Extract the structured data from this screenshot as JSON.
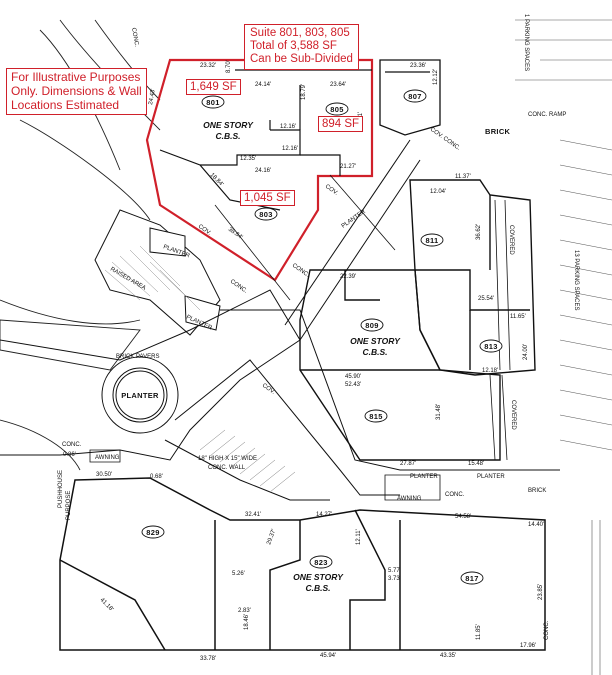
{
  "callouts": {
    "suite_info": [
      "Suite 801, 803, 805",
      "Total of 3,588 SF",
      "Can be Sub-Divided"
    ],
    "disclaimer": [
      "For Illustrative Purposes",
      "Only. Dimensions & Wall",
      "Locations Estimated"
    ],
    "sf_801": "1,649 SF",
    "sf_805": "894 SF",
    "sf_803": "1,045 SF"
  },
  "units": {
    "u801": "801",
    "u803": "803",
    "u805": "805",
    "u807": "807",
    "u809": "809",
    "u811": "811",
    "u813": "813",
    "u815": "815",
    "u817": "817",
    "u823": "823",
    "u829": "829"
  },
  "labels": {
    "one_story": "ONE STORY",
    "cbs": "C.B.S.",
    "brick": "BRICK",
    "brick_pavers": "BRICK PAVERS",
    "planter": "PLANTER",
    "raised_area": "RAISED AREA",
    "conc": "CONC.",
    "cov": "COV.",
    "covered": "COVERED",
    "conc_ramp": "CONC. RAMP",
    "awning": "AWNING",
    "wall_note_1": "18\" HIGH X 15\" WIDE",
    "wall_note_2": "CONC. WALL",
    "parking_13": "13 PARKING SPACES",
    "parking_1": "1 PARKING SPACES",
    "pushhouse": "PUSHHOUSE",
    "purpose": "PURPOSE",
    "cov_conc": "COV. CONC."
  },
  "dims": {
    "d1": "23.32'",
    "d2": "8.70'",
    "d3": "24.43'",
    "d4": "24.14'",
    "d5": "23.64'",
    "d6": "18.79'",
    "d7": "23.01'",
    "d8": "12.16'",
    "d9": "12.35'",
    "d10": "12.16'",
    "d11": "24.16'",
    "d12": "21.27'",
    "d13": "18.84'",
    "d14": "38.84'",
    "d15": "23.36'",
    "d16": "12.12'",
    "d17": "12.04'",
    "d18": "11.37'",
    "d19": "22.39'",
    "d20": "25.54'",
    "d21": "36.62'",
    "d22": "45.90'",
    "d23": "52.43'",
    "d24": "31.48'",
    "d25": "27.87'",
    "d26": "30.50'",
    "d27": "32.41'",
    "d28": "14.27'",
    "d29": "54.58'",
    "d30": "14.40'",
    "d31": "23.85'",
    "d32": "17.96'",
    "d33": "45.94'",
    "d34": "43.35'",
    "d35": "33.78'",
    "d36": "41.18'",
    "d37": "29.37'",
    "d38": "12.11'",
    "d39": "5.77'",
    "d40": "3.73'",
    "d41": "18.46'",
    "d42": "5.26'",
    "d43": "2.83'",
    "d44": "0.86'",
    "d45": "0.68'",
    "d46": "11.85'",
    "d47": "15.48'",
    "d48": "12.18'",
    "d49": "11.65'",
    "d50": "24.00'"
  },
  "colors": {
    "highlight": "#d0202a",
    "line": "#111111"
  }
}
